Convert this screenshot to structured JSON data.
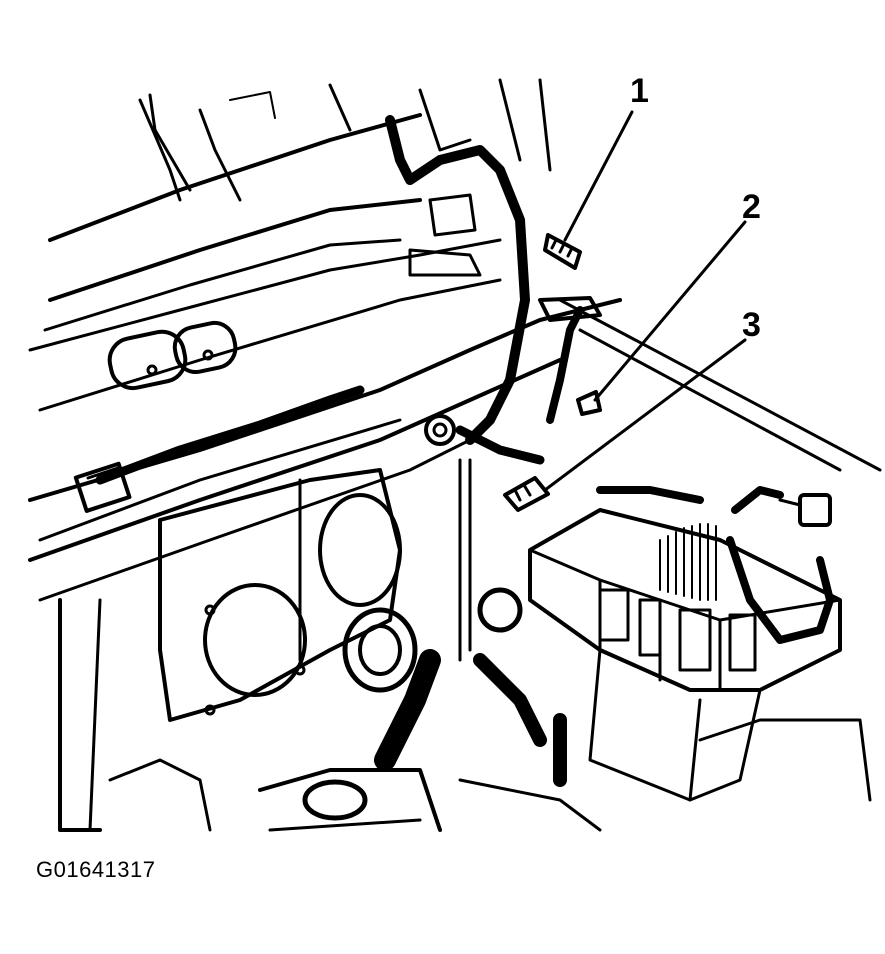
{
  "figure": {
    "code": "G01641317",
    "callouts": [
      {
        "number": "1"
      },
      {
        "number": "2"
      },
      {
        "number": "3"
      }
    ]
  }
}
